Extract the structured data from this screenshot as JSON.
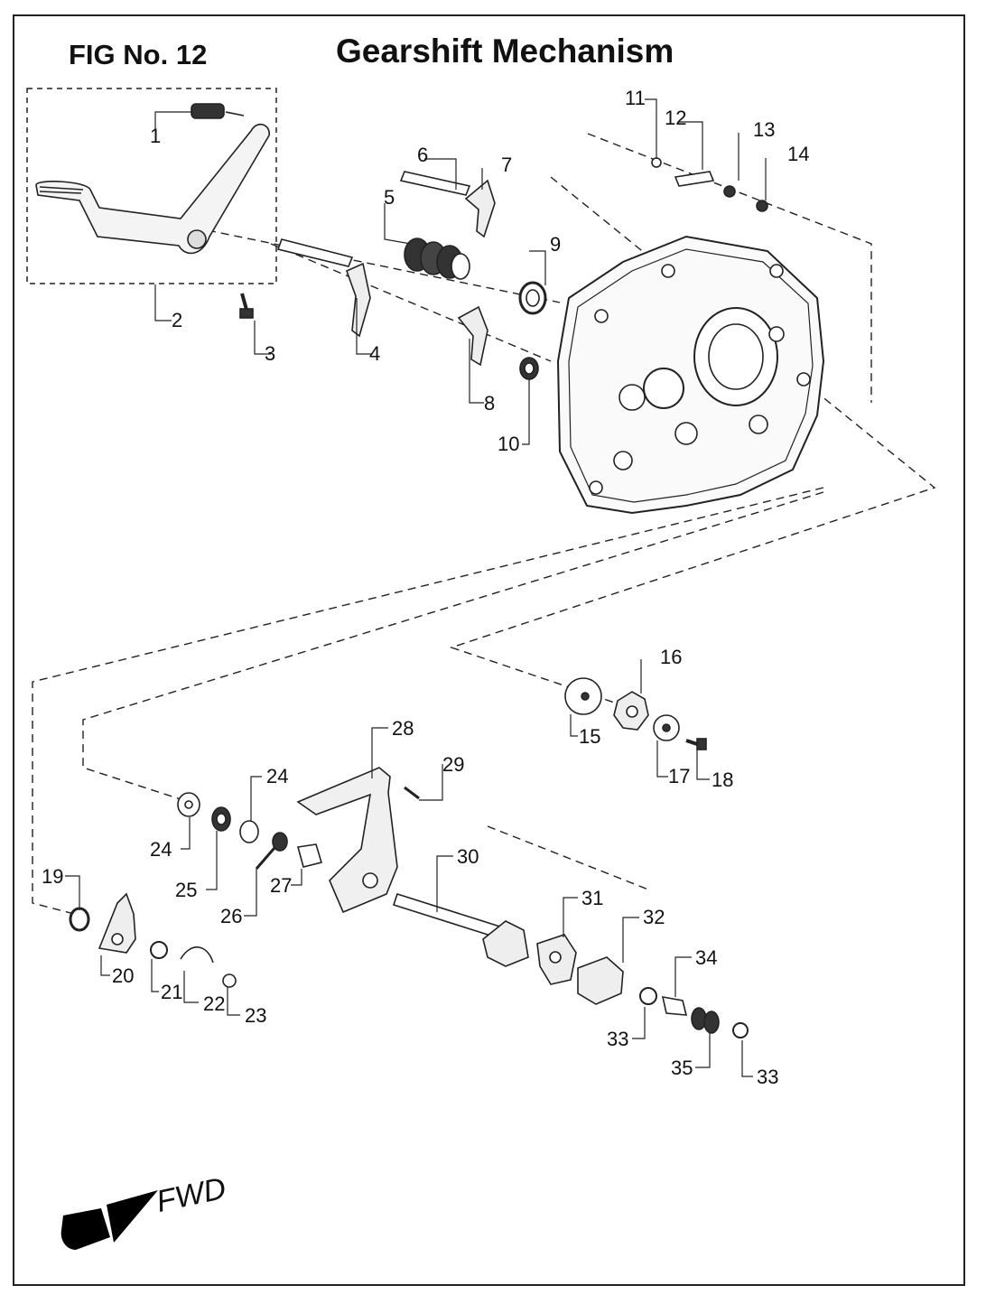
{
  "header": {
    "fig_label": "FIG No. 12",
    "title": "Gearshift Mechanism"
  },
  "fwd_label": "FWD",
  "callouts": [
    "1",
    "2",
    "3",
    "4",
    "5",
    "6",
    "7",
    "8",
    "9",
    "10",
    "11",
    "12",
    "13",
    "14",
    "15",
    "16",
    "17",
    "18",
    "19",
    "20",
    "21",
    "22",
    "23",
    "24",
    "24",
    "25",
    "26",
    "27",
    "28",
    "29",
    "30",
    "31",
    "32",
    "33",
    "33",
    "34",
    "35"
  ]
}
